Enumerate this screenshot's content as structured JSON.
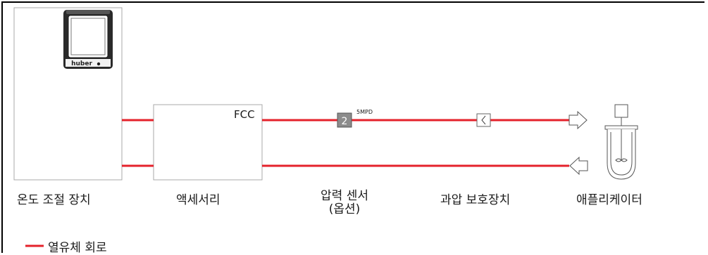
{
  "labels": {
    "thermostat": "온도 조절 장치",
    "accessory": "액세서리",
    "sensor_line1": "압력 센서",
    "sensor_line2": "(옵션)",
    "overpressure": "과압 보호장치",
    "application": "애플리케이터"
  },
  "fcc_label": "FCC",
  "sensor_number": "2",
  "sensor_code": "5MPD",
  "device_brand": "huber",
  "legend_label": "열유체 회로",
  "colors": {
    "circuit": "#e4222b",
    "box_border": "#a8a8a8",
    "device_dark": "#1f1f1f"
  }
}
